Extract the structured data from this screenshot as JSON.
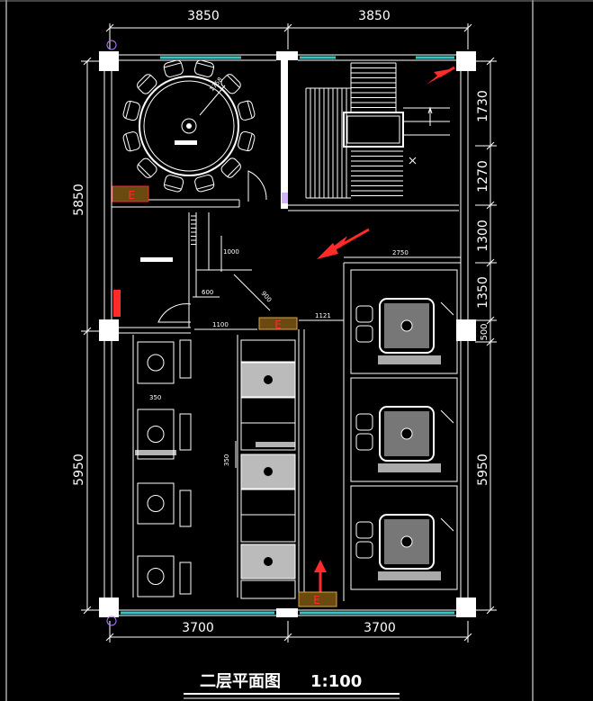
{
  "drawing": {
    "title": "二层平面图",
    "scale": "1:100"
  },
  "dimensions": {
    "top_left": "3850",
    "top_right": "3850",
    "bottom_left": "3700",
    "bottom_right": "3700",
    "left_upper": "5850",
    "left_lower": "5950",
    "right_1": "1730",
    "right_2": "1270",
    "right_3": "1300",
    "right_4": "1350",
    "right_5": "500",
    "right_6": "5950"
  },
  "small_dims": {
    "d1": "1100",
    "d2": "1121",
    "d3": "2750",
    "d4": "600",
    "d5": "900",
    "d6": "1000",
    "d7": "350",
    "d8": "350"
  },
  "markers": {
    "e1": "E",
    "e2": "E",
    "e3": "E"
  },
  "colors": {
    "background": "#000000",
    "lines": "#ffffff",
    "windows": "#35c6c6",
    "accent": "#ff2a2a",
    "marker_fill": "#6b4a10"
  }
}
